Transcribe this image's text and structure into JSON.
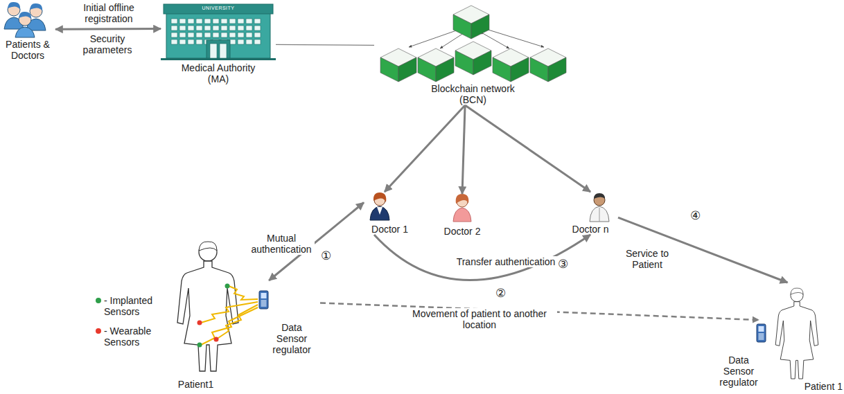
{
  "diagram": {
    "nodes": [
      {
        "text": [
          "Patients & Doctors"
        ]
      },
      {
        "text": [
          "Medical Authority (MA)"
        ]
      },
      {
        "text": [
          "Blockchain network (BCN)"
        ]
      },
      {
        "text": [
          "Doctor 1"
        ]
      },
      {
        "text": [
          "Doctor 2"
        ]
      },
      {
        "text": [
          "Doctor n"
        ]
      },
      {
        "text": [
          "Patient1"
        ]
      },
      {
        "text": [
          "Data Sensor regulator"
        ]
      },
      {
        "text": [
          "Data Sensor regulator"
        ]
      },
      {
        "text": [
          "Patient 1"
        ]
      }
    ],
    "edges": [
      {
        "from": 0,
        "to": 1,
        "arrow": "both",
        "label": "Initial offline registration"
      },
      {
        "from": 1,
        "to": 2,
        "arrow": "none"
      },
      {
        "from": 2,
        "to": 3,
        "arrow": "to"
      },
      {
        "from": 2,
        "to": 4,
        "arrow": "to"
      },
      {
        "from": 2,
        "to": 5,
        "arrow": "to"
      },
      {
        "from": 7,
        "to": 3,
        "arrow": "both",
        "label": "Mutual authentication"
      },
      {
        "from": 7,
        "to": 8,
        "arrow": "to",
        "label": "Movement of patient to another location"
      },
      {
        "from": 3,
        "to": 5,
        "arrow": "to",
        "label": "Transfer authentication"
      },
      {
        "from": 5,
        "to": 9,
        "arrow": "to",
        "label": "Service to Patient"
      }
    ],
    "labels": [
      "Security parameters",
      "UNIVERSITY",
      "①",
      "②",
      "③",
      "④"
    ],
    "legend": [
      {
        "text": "- Implanted Sensors",
        "color": "#2e9e4a"
      },
      {
        "text": "- Wearable Sensors",
        "color": "#e8392c"
      }
    ]
  }
}
